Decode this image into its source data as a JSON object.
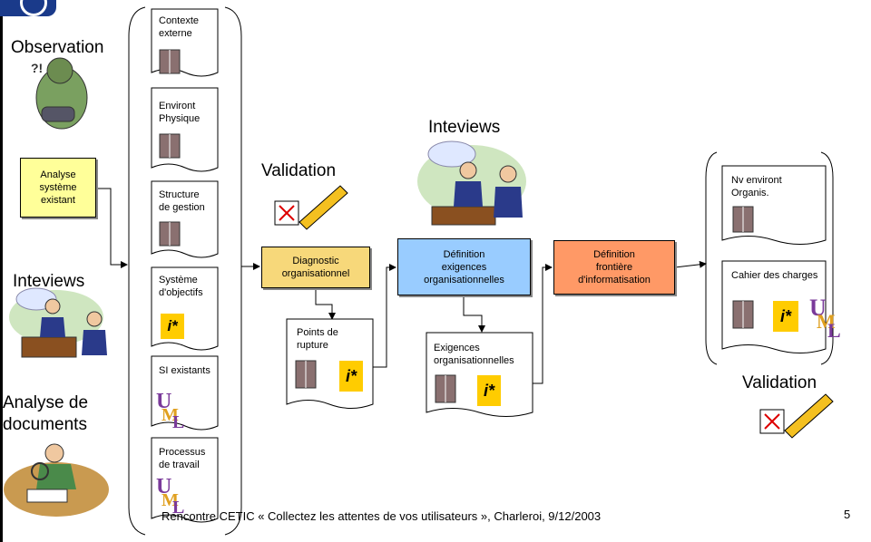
{
  "left": {
    "observation": "Observation",
    "analyse_box": "Analyse\nsystème\nexistant",
    "inteviews": "Inteviews",
    "analyse_docs_1": "Analyse de",
    "analyse_docs_2": "documents"
  },
  "docs": {
    "contexte": "Contexte\nexterne",
    "environt": "Environt\nPhysique",
    "structure": "Structure\nde gestion",
    "systeme": "Système\nd'objectifs",
    "si": "SI existants",
    "processus": "Processus\nde travail"
  },
  "middle": {
    "validation": "Validation",
    "diagnostic": "Diagnostic\norganisationnel",
    "points": "Points de\nrupture",
    "inteviews": "Inteviews",
    "definition_exig": "Définition\nexigences\norganisationnelles",
    "exigences": "Exigences\norganisationnelles",
    "definition_front": "Définition\nfrontière\nd'informatisation"
  },
  "right": {
    "nv": "Nv environt\nOrganis.",
    "cahier": "Cahier des charges",
    "validation": "Validation"
  },
  "istar": "i*",
  "footer": "Rencontre CETIC « Collectez les attentes de vos utilisateurs », Charleroi, 9/12/2003",
  "page_number": "5",
  "colors": {
    "yellow_box": "#ffff99",
    "diagnostic": "#f7d87a",
    "definition_exig": "#99ccff",
    "definition_front": "#ff9966",
    "istar": "#ffcc00"
  }
}
